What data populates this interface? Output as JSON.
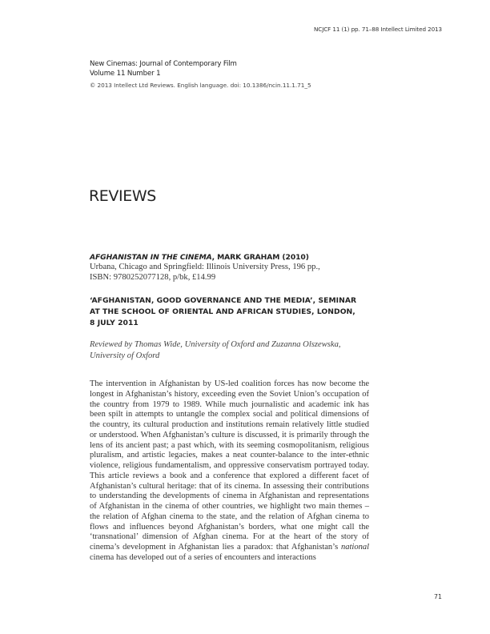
{
  "running_head": "NCJCF 11 (1) pp. 71–88  Intellect Limited 2013",
  "journal": {
    "title": "New Cinemas: Journal of Contemporary Film",
    "volume": "Volume 11 Number 1",
    "doi_line": "© 2013 Intellect Ltd Reviews. English language. doi: 10.1386/ncin.11.1.71_5"
  },
  "section_title": "REVIEWS",
  "book": {
    "title_italic": "AFGHANISTAN IN THE CINEMA",
    "title_rest": ", MARK GRAHAM (2010)",
    "publication_line1": "Urbana, Chicago and Springfield: Illinois University Press, 196 pp.,",
    "publication_line2": "ISBN: 9780252077128, p/bk, £14.99"
  },
  "seminar": {
    "line1": "‘AFGHANISTAN, GOOD GOVERNANCE AND THE MEDIA’, SEMINAR",
    "line2": "AT THE SCHOOL OF ORIENTAL AND AFRICAN STUDIES, LONDON,",
    "line3": "8 JULY 2011"
  },
  "reviewers": {
    "line1": "Reviewed by Thomas Wide, University of Oxford and Zuzanna Olszewska,",
    "line2": "University of Oxford"
  },
  "body": {
    "paragraph_start": "The intervention in Afghanistan by US-led coalition forces has now become the longest in Afghanistan’s history, exceeding even the Soviet Union’s occupation of the country from 1979 to 1989. While much journalistic and academic ink has been spilt in attempts to untangle the complex social and political dimensions of the country, its cultural production and institutions remain relatively little studied or understood. When Afghanistan’s culture is discussed, it is primarily through the lens of its ancient past; a past which, with its seeming cosmopolitanism, religious pluralism, and artistic legacies, makes a neat counter-balance to the inter-ethnic violence, religious funda­mentalism, and oppressive conservatism portrayed today. This article reviews a book and a conference that explored a different facet of Afghanistan’s cultural heritage: that of its cinema. In assessing their contributions to under­standing the developments of cinema in Afghanistan and representations of Afghanistan in the cinema of other countries, we highlight two main themes – the relation of Afghan cinema to the state, and the relation of Afghan cinema to flows and influences beyond Afghanistan’s borders, what one might call the ‘transnational’ dimension of Afghan cinema. For at the heart of the story of cinema’s development in Afghanistan lies a paradox: that Afghanistan’s ",
    "italic_word": "national",
    "paragraph_end": " cinema has developed out of a series of encounters and interactions"
  },
  "page_number": "71"
}
